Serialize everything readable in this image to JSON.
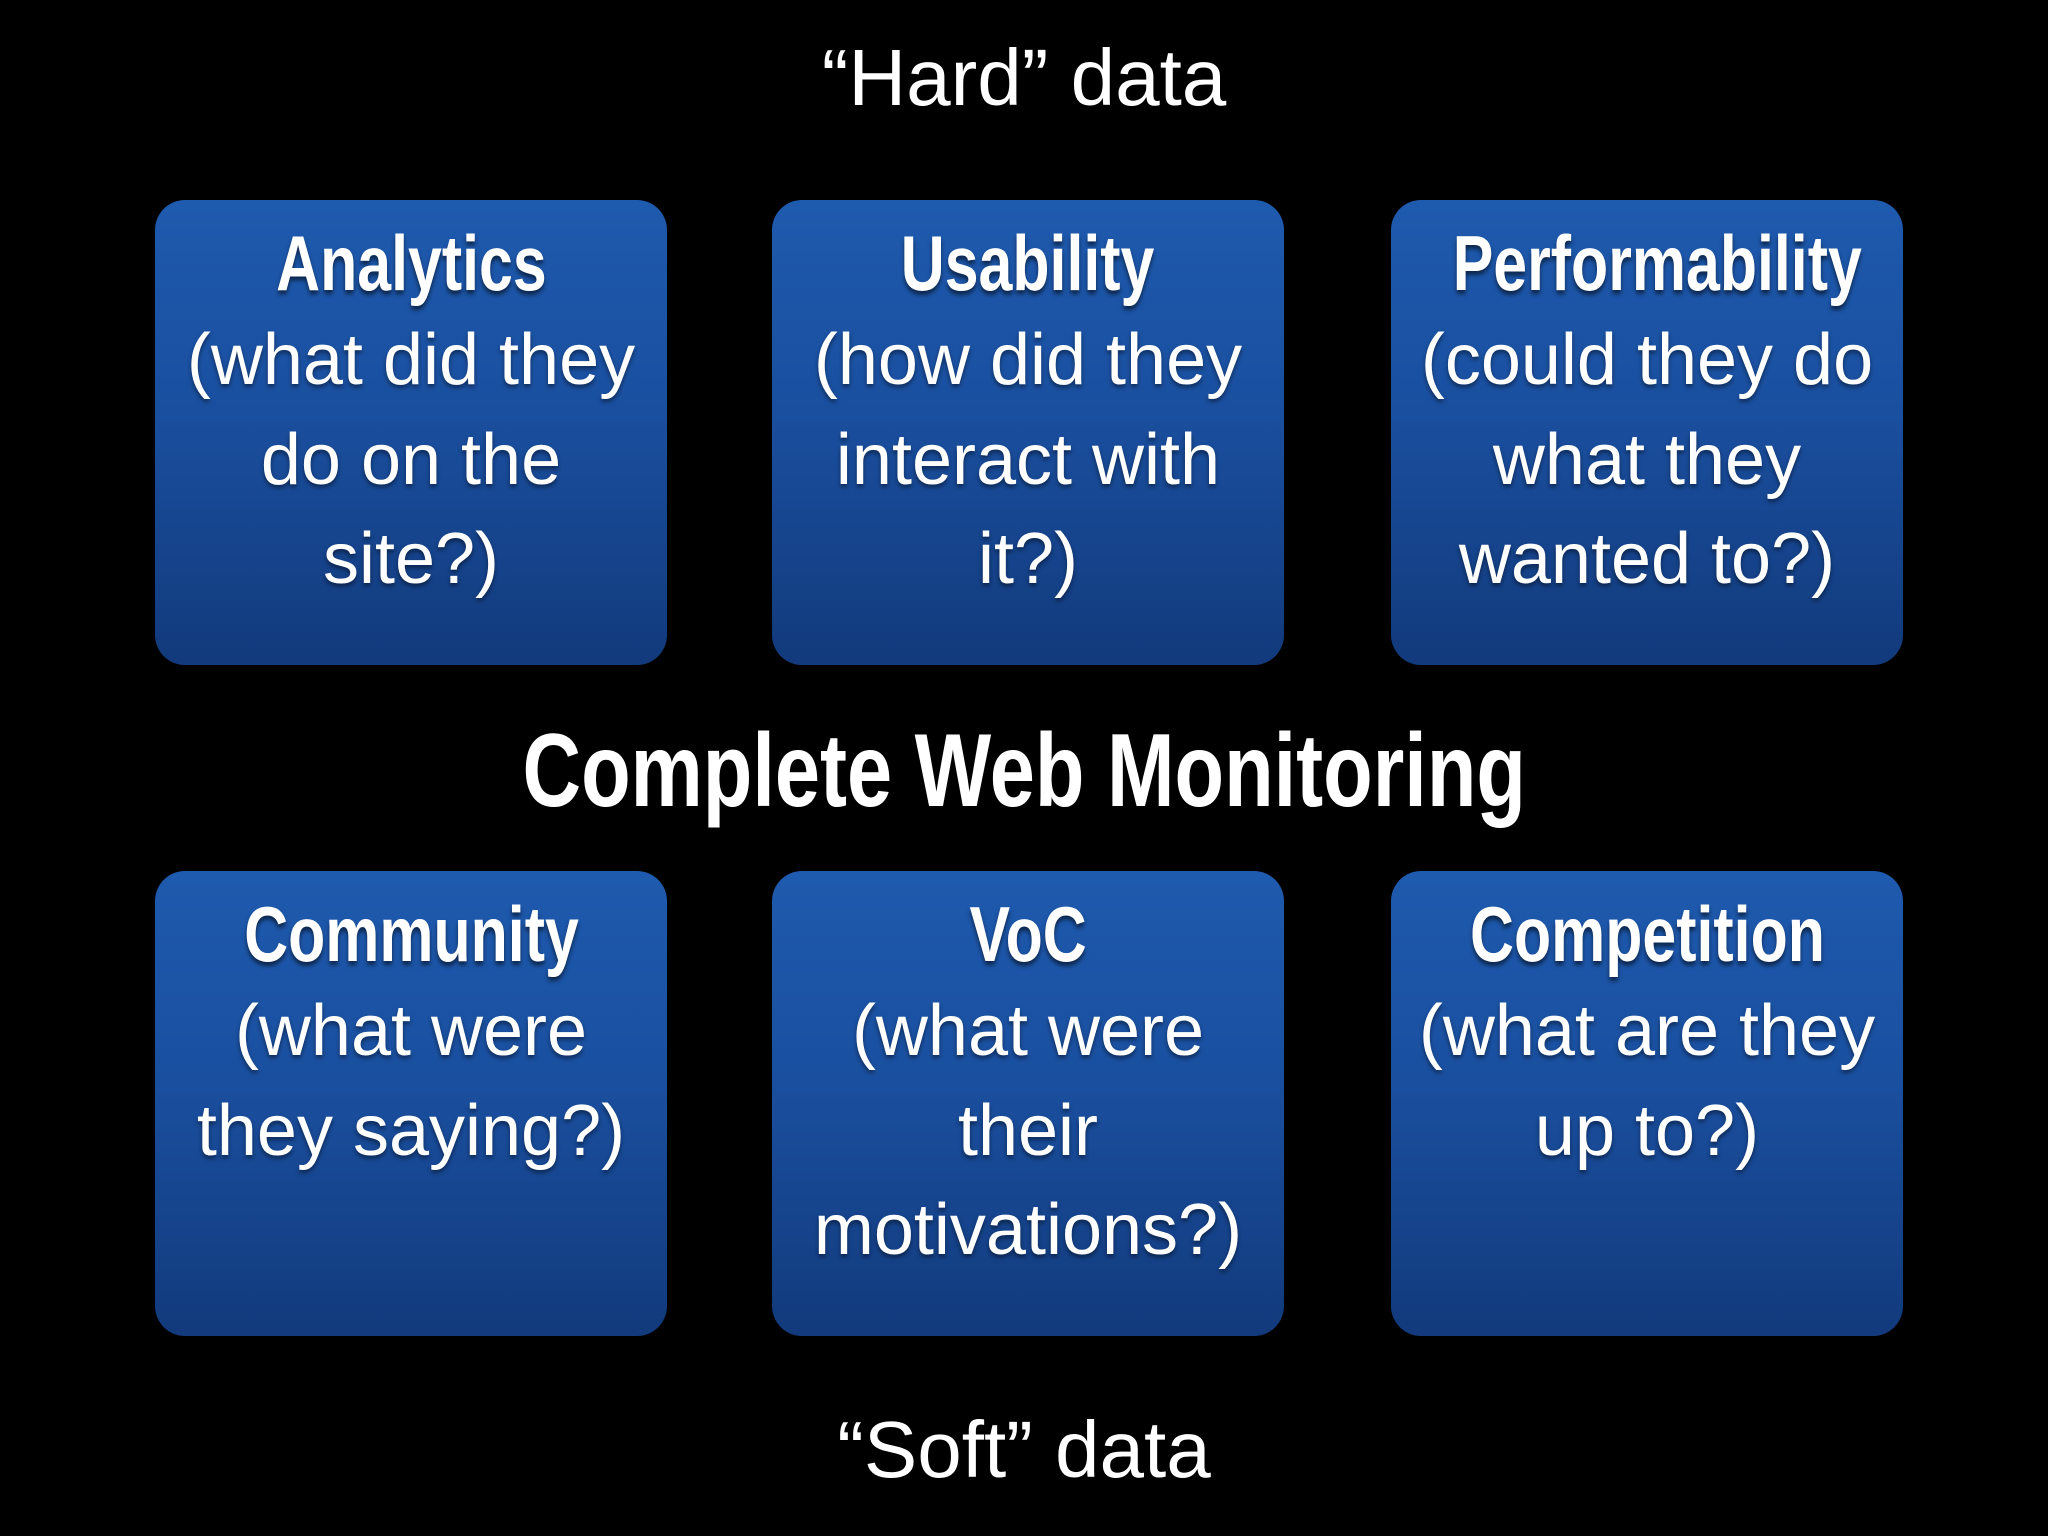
{
  "slide": {
    "top_label": "“Hard” data",
    "center_label": "Complete Web Monitoring",
    "bottom_label": "“Soft” data",
    "colors": {
      "background": "#000000",
      "box_gradient_top": "#1e5aae",
      "box_gradient_bottom": "#123a7c",
      "text": "#ffffff"
    },
    "boxes": [
      {
        "title": "Analytics",
        "subtitle": "(what did they\ndo on the\nsite?)"
      },
      {
        "title": "Usability",
        "subtitle": "(how did they\ninteract with\nit?)"
      },
      {
        "title": "Performability",
        "subtitle": "(could they do\nwhat they\nwanted to?)"
      },
      {
        "title": "Community",
        "subtitle": "(what were\nthey saying?)"
      },
      {
        "title": "VoC",
        "subtitle": "(what were\ntheir\nmotivations?)"
      },
      {
        "title": "Competition",
        "subtitle": "(what are they\nup to?)"
      }
    ]
  }
}
